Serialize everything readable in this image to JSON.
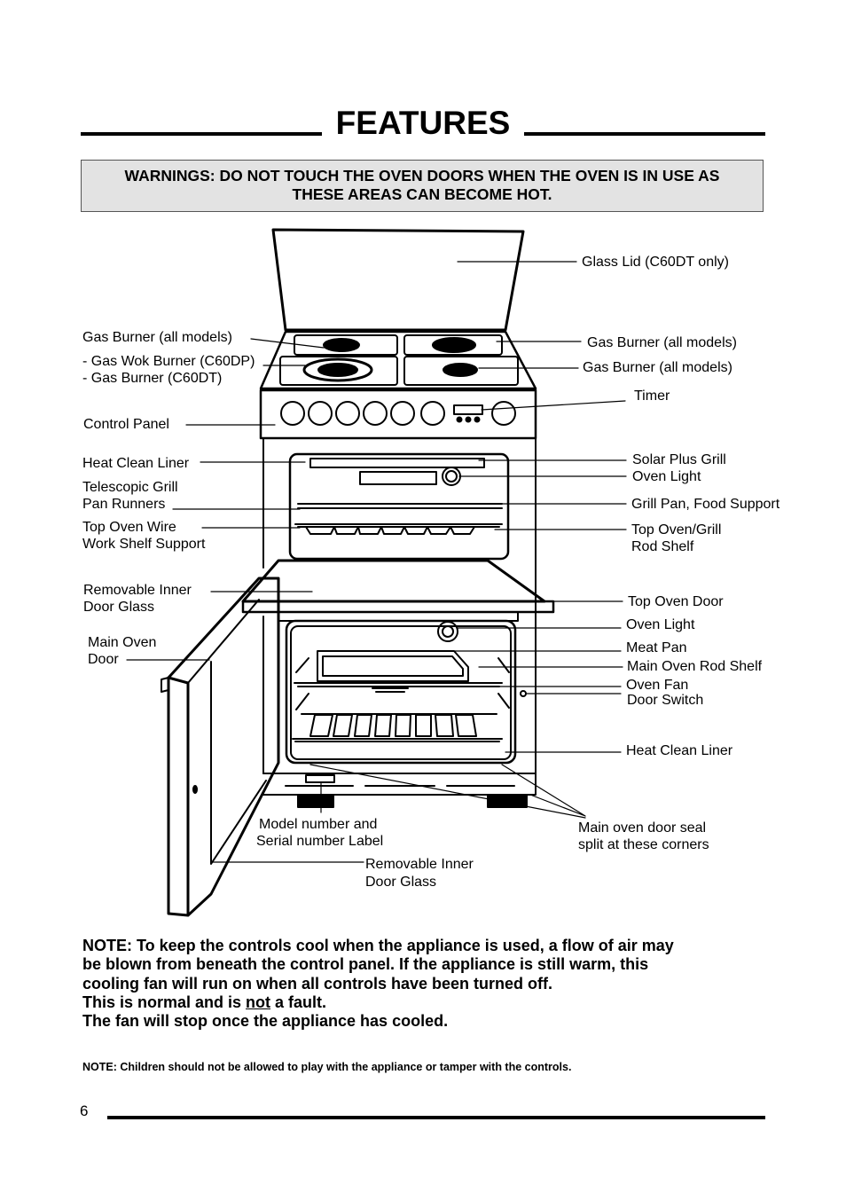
{
  "header": {
    "title": "FEATURES"
  },
  "warning": {
    "line1": "WARNINGS: DO NOT TOUCH THE OVEN DOORS WHEN THE OVEN IS IN USE AS",
    "line2": "THESE AREAS CAN BECOME HOT."
  },
  "labels_left": {
    "gas_burner": "Gas Burner (all models)",
    "wok_1": "- Gas Wok Burner (C60DP)",
    "wok_2": "- Gas Burner (C60DT)",
    "control_panel": "Control Panel",
    "heat_clean_liner": "Heat Clean Liner",
    "telescopic_1": "Telescopic Grill",
    "telescopic_2": "Pan Runners",
    "wire_shelf_1": "Top Oven Wire",
    "wire_shelf_2": "Work Shelf Support",
    "inner_glass_1": "Removable Inner",
    "inner_glass_2": "Door Glass",
    "main_door_1": "Main Oven",
    "main_door_2": "Door",
    "model_1": "Model number and",
    "model_2": "Serial number Label",
    "inner_glass_b1": "Removable Inner",
    "inner_glass_b2": "Door Glass"
  },
  "labels_right": {
    "glass_lid": "Glass Lid (C60DT only)",
    "gas_burner_a": "Gas Burner (all models)",
    "gas_burner_b": "Gas Burner (all models)",
    "timer": "Timer",
    "solar_grill": "Solar Plus Grill",
    "oven_light_top": "Oven Light",
    "grill_pan": "Grill Pan, Food Support",
    "rod_shelf_1": "Top Oven/Grill",
    "rod_shelf_2": "Rod Shelf",
    "top_door": "Top Oven Door",
    "oven_light": "Oven Light",
    "meat_pan": "Meat Pan",
    "main_rod_shelf": "Main Oven Rod Shelf",
    "oven_fan": "Oven Fan",
    "door_switch": "Door Switch",
    "heat_clean_liner": "Heat Clean Liner",
    "seal_1": "Main oven door seal",
    "seal_2": "split at these corners"
  },
  "notes": {
    "line1": "NOTE: To keep the controls cool when the appliance is used, a flow of air may",
    "line2": "be blown from beneath the control panel.  If the appliance is still warm, this",
    "line3": "cooling fan will run on when all controls have been turned off.",
    "line4_pre": "This is normal and is ",
    "line4_not": "not",
    "line4_post": " a fault.",
    "line5": "The fan will stop once the appliance has cooled.",
    "children": "NOTE: Children should not be allowed to play with the appliance or tamper with the controls."
  },
  "footer": {
    "page_number": "6"
  }
}
